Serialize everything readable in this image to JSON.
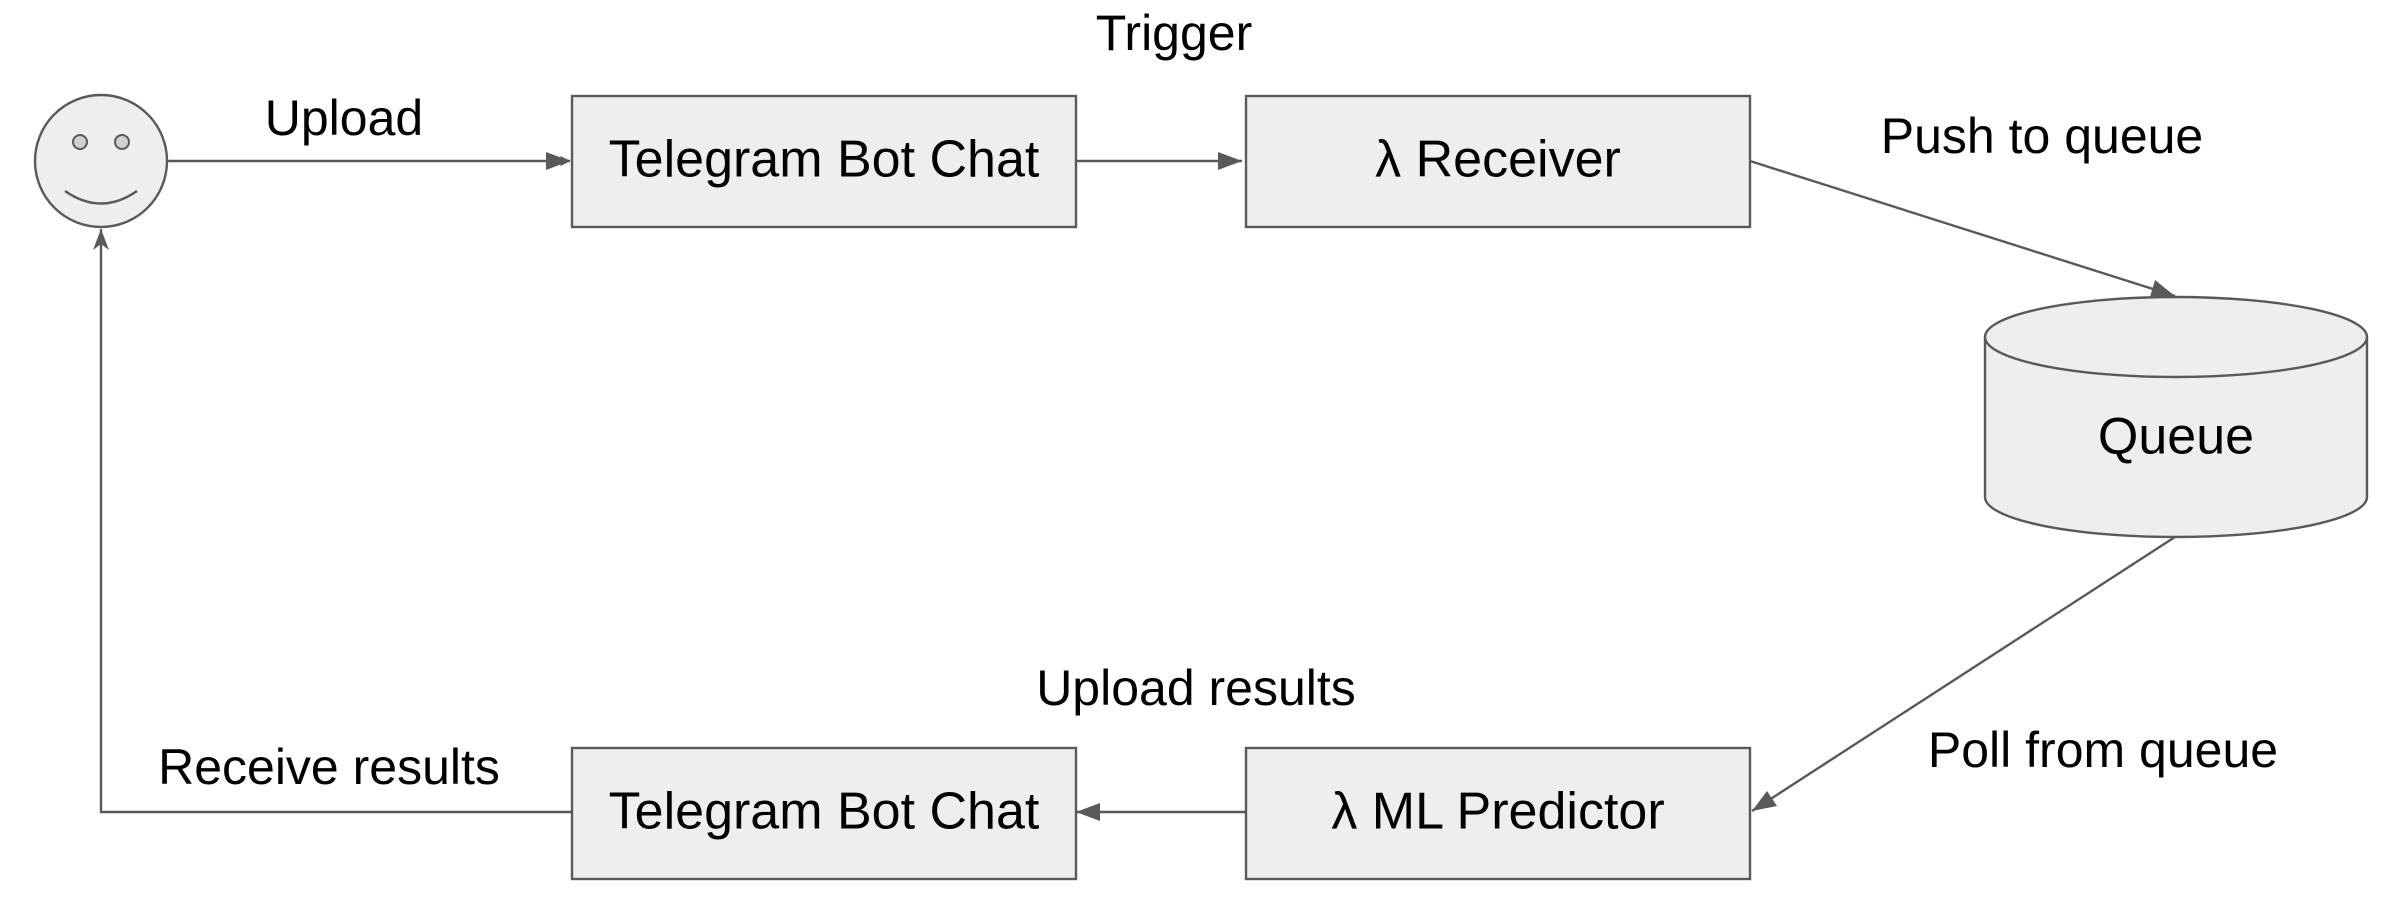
{
  "nodes": {
    "user": {
      "icon": "smiley-user-icon"
    },
    "telegram_top": {
      "label": "Telegram Bot Chat"
    },
    "receiver": {
      "label": "λ Receiver"
    },
    "queue": {
      "label": "Queue"
    },
    "predictor": {
      "label": "λ ML Predictor"
    },
    "telegram_bottom": {
      "label": "Telegram Bot Chat"
    }
  },
  "edges": {
    "upload": "Upload",
    "trigger": "Trigger",
    "push_to_queue": "Push to queue",
    "poll_from_queue": "Poll from queue",
    "upload_results": "Upload results",
    "receive_results": "Receive results"
  },
  "colors": {
    "node_fill": "#eeeeee",
    "stroke": "#595959",
    "text": "#000000"
  }
}
